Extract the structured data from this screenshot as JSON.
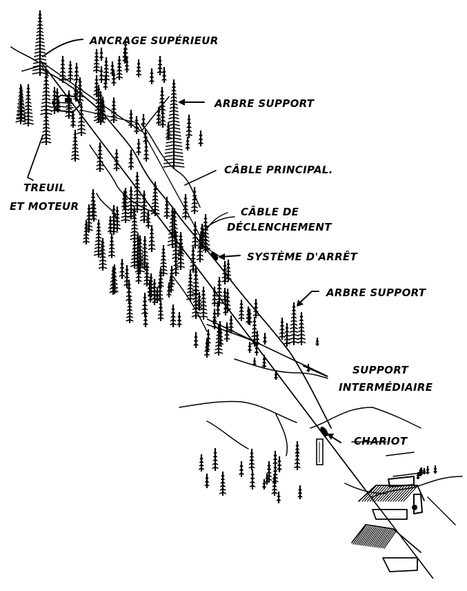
{
  "diagram": {
    "type": "cable logging system illustration (line drawing)",
    "colors": {
      "ink": "#000000",
      "background": "#ffffff"
    },
    "labels": [
      {
        "id": "ancrage-superieur",
        "text": "ANCRAGE SUPÉRIEUR",
        "points_to": "upper anchor tree at top of slope"
      },
      {
        "id": "arbre-support-1",
        "text": "ARBRE SUPPORT",
        "points_to": "first support tree near top"
      },
      {
        "id": "cable-principal",
        "text": "CÂBLE PRINCIPAL.",
        "points_to": "main skyline cable"
      },
      {
        "id": "treuil-moteur-line1",
        "text": "TREUIL",
        "points_to": "winch and engine house"
      },
      {
        "id": "treuil-moteur-line2",
        "text": "ET MOTEUR",
        "points_to": "winch and engine house"
      },
      {
        "id": "cable-declenchement-line1",
        "text": "CÂBLE DE",
        "points_to": "release cable"
      },
      {
        "id": "cable-declenchement-line2",
        "text": "DÉCLENCHEMENT",
        "points_to": "release cable"
      },
      {
        "id": "systeme-arret",
        "text": "SYSTÈME D'ARRÊT",
        "points_to": "stop device on cable"
      },
      {
        "id": "arbre-support-2",
        "text": "ARBRE SUPPORT",
        "points_to": "second support tree mid slope"
      },
      {
        "id": "support-intermediaire-line1",
        "text": "SUPPORT",
        "points_to": "intermediate support"
      },
      {
        "id": "support-intermediaire-line2",
        "text": "INTERMÉDIAIRE",
        "points_to": "intermediate support"
      },
      {
        "id": "chariot",
        "text": "CHARIOT",
        "points_to": "carriage with suspended log"
      }
    ],
    "components": [
      "upper anchor tree",
      "winch and engine house",
      "main cable",
      "release cable",
      "stop system",
      "support trees",
      "intermediate support",
      "carriage with load",
      "log decks / landing at bottom"
    ]
  }
}
